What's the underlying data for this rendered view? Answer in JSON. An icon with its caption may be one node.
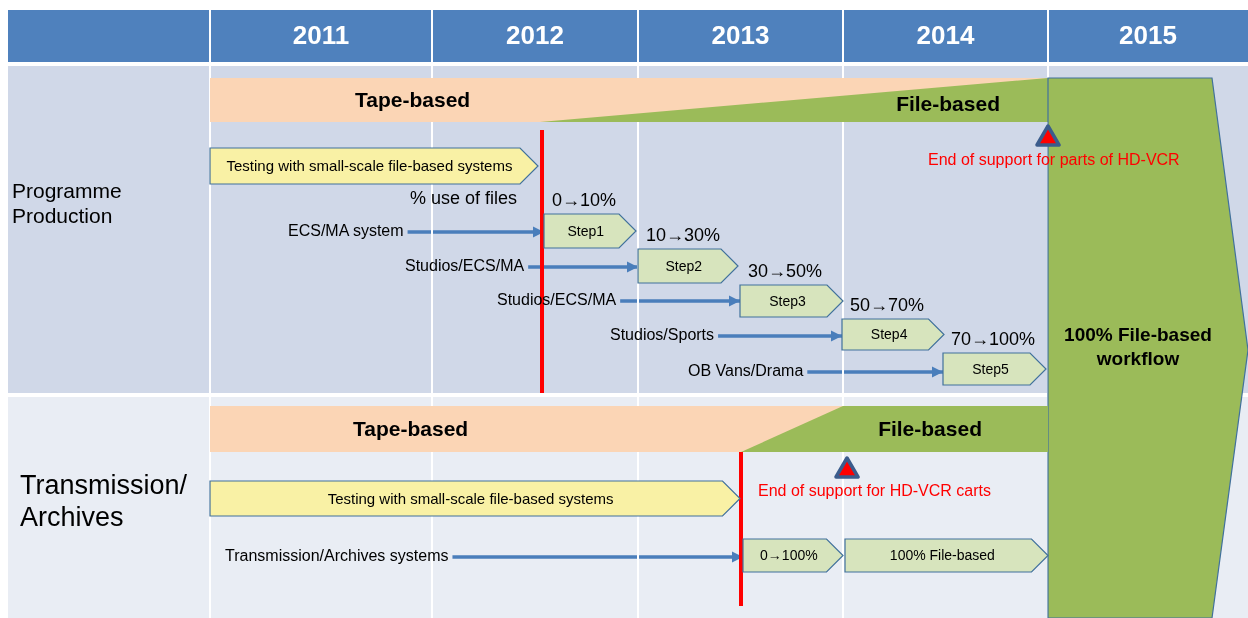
{
  "diagram": {
    "nodes": [
      {
        "text": [
          "Tape-based"
        ]
      },
      {
        "text": [
          "File-based"
        ],
        "in": 0
      },
      {
        "text": [
          "Testing with small-scale file-based systems"
        ]
      },
      {
        "text": [
          "ECS/MA system"
        ]
      },
      {
        "text": [
          "Step1"
        ],
        "beside": [
          "0→10%"
        ]
      },
      {
        "text": [
          "Studios/ECS/MA"
        ]
      },
      {
        "text": [
          "Step2"
        ],
        "beside": [
          "10→30%"
        ]
      },
      {
        "text": [
          "Studios/ECS/MA"
        ]
      },
      {
        "text": [
          "Step3"
        ],
        "beside": [
          "30→50%"
        ]
      },
      {
        "text": [
          "Studios/Sports"
        ]
      },
      {
        "text": [
          "Step4"
        ],
        "beside": [
          "50→70%"
        ]
      },
      {
        "text": [
          "OB Vans/Drama"
        ]
      },
      {
        "text": [
          "Step5"
        ],
        "beside": [
          "70→100%"
        ]
      },
      {
        "text": [
          "100% File-based workflow"
        ]
      },
      {
        "text": [
          "Tape-based"
        ]
      },
      {
        "text": [
          "File-based"
        ],
        "in": 14
      },
      {
        "text": [
          "Testing with small-scale file-based systems"
        ]
      },
      {
        "text": [
          "Transmission/Archives systems"
        ]
      },
      {
        "text": [
          "0→100%"
        ]
      },
      {
        "text": [
          "100% File-based"
        ]
      }
    ],
    "edges": [
      {
        "from": 3,
        "to": 4,
        "arrow": "to"
      },
      {
        "from": 5,
        "to": 6,
        "arrow": "to"
      },
      {
        "from": 7,
        "to": 8,
        "arrow": "to"
      },
      {
        "from": 9,
        "to": 10,
        "arrow": "to"
      },
      {
        "from": 11,
        "to": 12,
        "arrow": "to"
      },
      {
        "from": 17,
        "to": 18,
        "arrow": "to"
      }
    ],
    "labels": [
      "2011",
      "2012",
      "2013",
      "2014",
      "2015",
      "Programme Production",
      "End of support for parts of HD-VCR",
      "% use of files",
      "Transmission/ Archives",
      "End of support for HD-VCR carts"
    ]
  }
}
